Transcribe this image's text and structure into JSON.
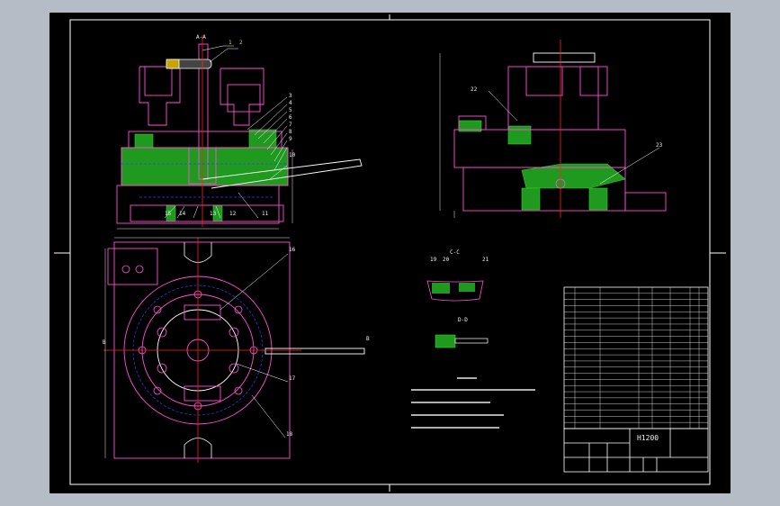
{
  "colors": {
    "background": "#b6bcc6",
    "sheet": "#000000",
    "frame": "#ffffff",
    "outline": "#ff4fd6",
    "hatch": "#2bd42b",
    "center_line": "#ff2020",
    "dimension": "#e8e8e8",
    "hidden": "#2a3fff",
    "leader": "#ffffff"
  },
  "part_numbers": {
    "p1": "1",
    "p2": "2",
    "p3": "3",
    "p4": "4",
    "p5": "5",
    "p6": "6",
    "p7": "7",
    "p8": "8",
    "p9": "9",
    "p10": "10",
    "p11": "11",
    "p12": "12",
    "p13": "13",
    "p14": "14",
    "p15": "15",
    "p16": "16",
    "p17": "17",
    "p18": "18",
    "p19": "19",
    "p20": "20",
    "p21": "21",
    "p22": "22",
    "p23": "23"
  },
  "section_marks": {
    "a_top": "A-A",
    "b_left": "B",
    "b_right": "B",
    "detail_c": "C-C",
    "detail_d": "D-D"
  },
  "title_block": {
    "drawing_number": "H1200"
  }
}
